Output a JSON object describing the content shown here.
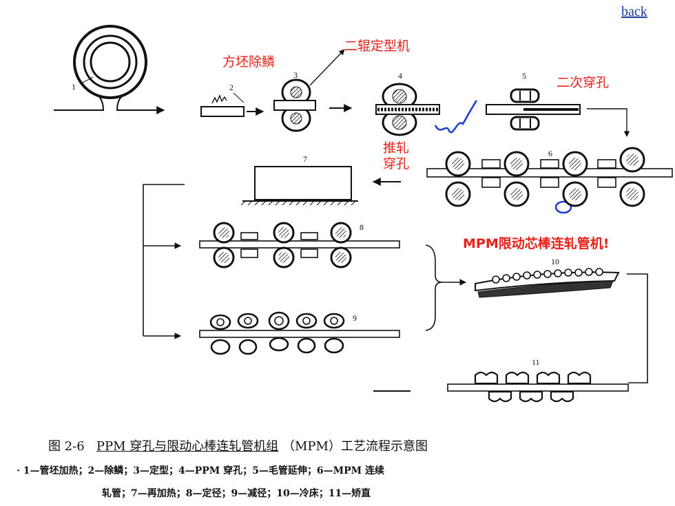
{
  "nav": {
    "back_label": "back"
  },
  "labels": {
    "fangpi": "方坯除鳞",
    "erguan": "二辊定型机",
    "ercichuankong": "二次穿孔",
    "tuizha_line1": "推轧",
    "tuizha_line2": "穿孔",
    "mpm": "MPM限动芯棒连轧管机!"
  },
  "station_numbers": [
    "1",
    "2",
    "3",
    "4",
    "5",
    "6",
    "7",
    "8",
    "9",
    "10",
    "11"
  ],
  "caption": {
    "fig_no": "图 2-6",
    "title_underlined": "PPM 穿孔与限动心棒连轧管机组",
    "title_rest": "（MPM）工艺流程示意图",
    "line1": "· 1—管坯加热；2—除鳞；3—定型；4—PPM 穿孔；5—毛管延伸；6—MPM 连续",
    "line2": "轧管；7—再加热；8—定径；9—减径；10—冷床；11—矫直"
  },
  "colors": {
    "annotation": "#e8211b",
    "ink": "#1f3fd0",
    "link": "#1a3aa0"
  }
}
